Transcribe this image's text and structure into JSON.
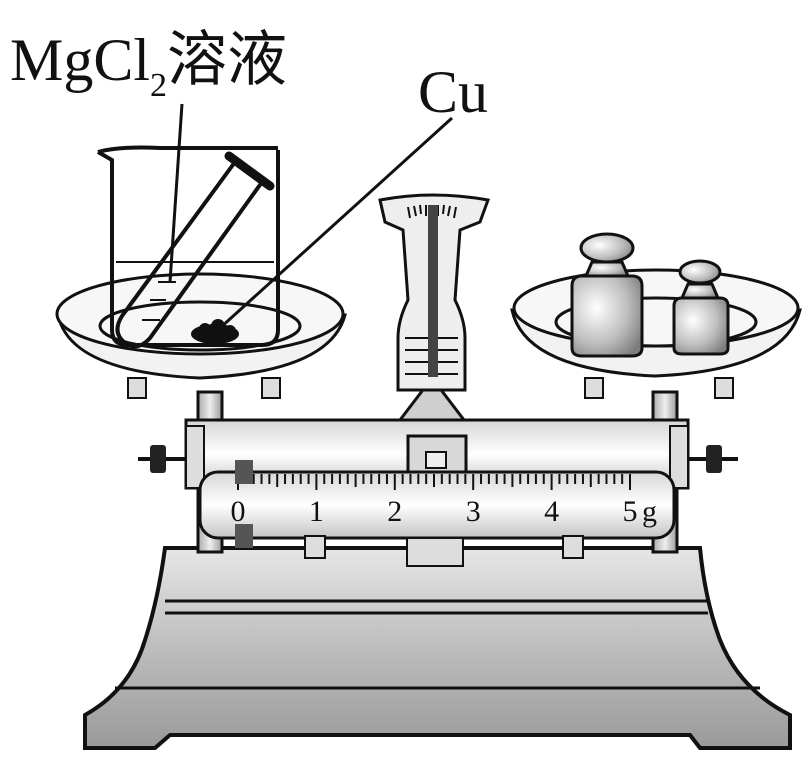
{
  "labels": {
    "solution": {
      "formula_main": "MgCl",
      "formula_sub": "2",
      "chinese": "溶液"
    },
    "metal": "Cu"
  },
  "beam_scale": {
    "ticks": [
      "0",
      "1",
      "2",
      "3",
      "4",
      "5"
    ],
    "unit": "g",
    "rider_position_g": 0
  },
  "colors": {
    "outline": "#111111",
    "body_fill": "#c8c8c8",
    "pan_fill": "#f2f2f2",
    "rider": "#555555"
  }
}
